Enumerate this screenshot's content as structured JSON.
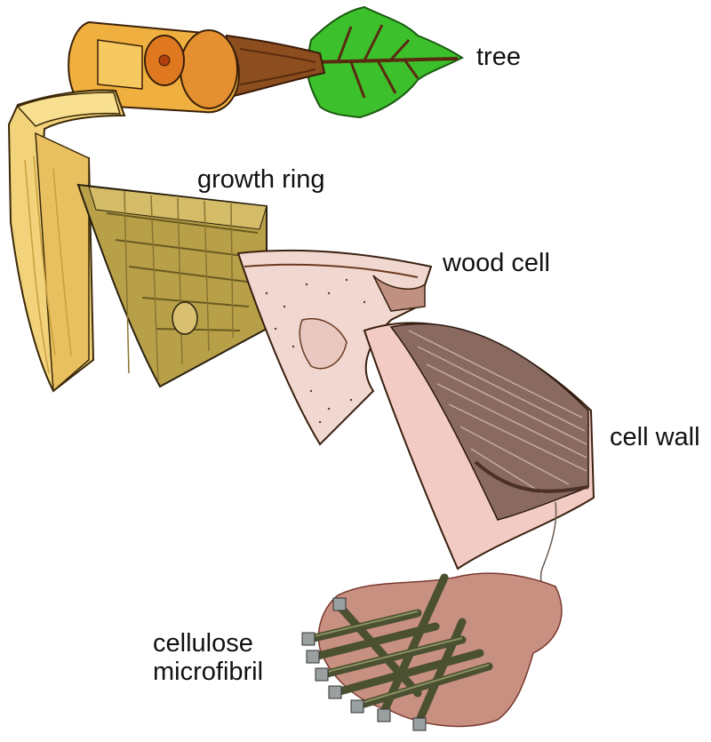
{
  "labels": {
    "tree": "tree",
    "growth_ring": "growth ring",
    "wood_cell": "wood cell",
    "cell_wall": "cell wall",
    "cellulose_line1": "cellulose",
    "cellulose_line2": "microfibril"
  },
  "colors": {
    "leaf": "#3cc02c",
    "trunk": "#8c4e1e",
    "wood_light": "#f2d27a",
    "wood_dark": "#c8a040",
    "ring_block": "#b8a048",
    "cell_pink": "#f0d8d0",
    "wall_brown": "#8a6a60",
    "fibril_dark": "#4a5030",
    "matrix_red": "#b07868",
    "outline": "#2a2010"
  }
}
